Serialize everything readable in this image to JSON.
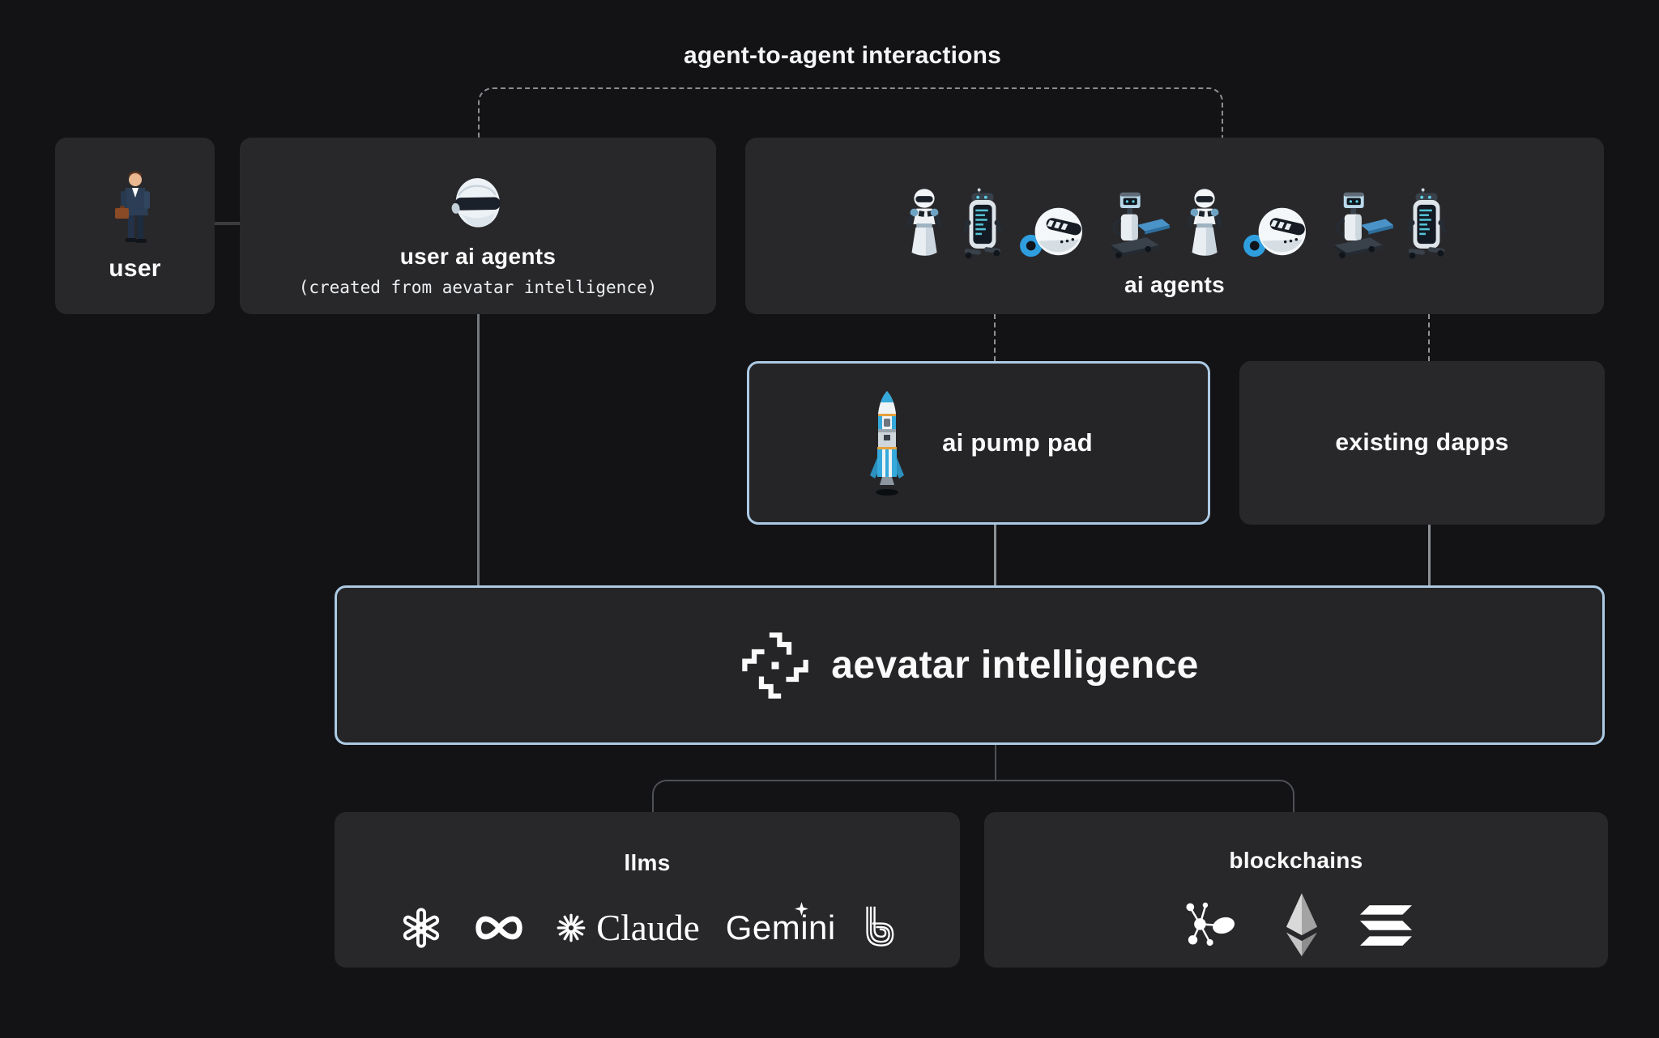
{
  "title": "agent-to-agent interactions",
  "row1": {
    "user": {
      "label": "user",
      "icon": "businessman-icon"
    },
    "user_ai_agents": {
      "title": "user ai agents",
      "subtitle": "(created from aevatar intelligence)",
      "icon": "robot-helmet-icon"
    },
    "ai_agents": {
      "label": "ai agents",
      "robots": [
        "humanoid",
        "kiosk",
        "rover",
        "cart",
        "humanoid",
        "rover",
        "cart",
        "kiosk"
      ]
    }
  },
  "row2": {
    "ai_pump_pad": {
      "label": "ai pump pad",
      "icon": "rocket-icon",
      "highlighted": true
    },
    "existing_dapps": {
      "label": "existing dapps",
      "highlighted": false
    }
  },
  "aevatar": {
    "label": "aevatar intelligence",
    "icon": "aevatar-logo"
  },
  "row4": {
    "llms": {
      "label": "llms",
      "logos": [
        "openai",
        "meta",
        "claude",
        "gemini",
        "b-lines"
      ],
      "claude_wordmark": "Claude",
      "gemini_wordmark": "Gemini"
    },
    "blockchains": {
      "label": "blockchains",
      "logos": [
        "aelf",
        "ethereum",
        "solana"
      ]
    }
  },
  "colors": {
    "background": "#131316",
    "box_background": "#28282b",
    "accent_border": "#accae3",
    "text": "#fafafa",
    "solid_line": "#75797f",
    "dashed_line": "#8f9296",
    "dim_line": "#4e5156",
    "rocket_blue": "#35a9db",
    "wheel_blue": "#2f9ede"
  }
}
